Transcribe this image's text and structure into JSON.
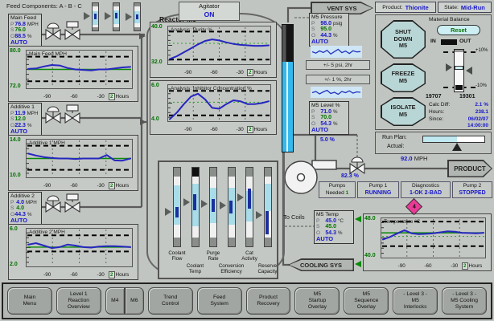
{
  "labels": {
    "feed_components": "Feed Components: A - B - C",
    "reactor": "Reactor M5",
    "agitator_title": "Agitator",
    "agitator_state": "ON",
    "vent": "VENT SYS",
    "cooling": "COOLING SYS",
    "product_arrow": "PRODUCT",
    "product_flow_value": "92.0",
    "product_flow_unit": "MPH",
    "out_valve_pct": "82.3 %",
    "recirc_pct": "5.0 %",
    "to_coils": "To Coils"
  },
  "tolerance_boxes": [
    "+/- 5 psi, 2hr",
    "+/- 1 %, 2hr"
  ],
  "info_boxes": [
    {
      "id": "main_feed",
      "title": "Main Feed",
      "rows": [
        {
          "k": "P",
          "v": "76.8",
          "u": "MPH",
          "c": "b"
        },
        {
          "k": "S",
          "v": "76.0",
          "u": "",
          "c": "g"
        },
        {
          "k": "O",
          "v": "88.5",
          "u": "%",
          "c": "b"
        }
      ],
      "mode": "AUTO"
    },
    {
      "id": "additive1",
      "title": "Additive 1",
      "rows": [
        {
          "k": "P",
          "v": "11.9",
          "u": "MPH",
          "c": "b"
        },
        {
          "k": "S",
          "v": "12.0",
          "u": "",
          "c": "g"
        },
        {
          "k": "O",
          "v": "22.3",
          "u": "%",
          "c": "b"
        }
      ],
      "mode": "AUTO"
    },
    {
      "id": "additive2",
      "title": "Additive 2",
      "rows": [
        {
          "k": "P",
          "v": "4.0",
          "u": "MPH",
          "c": "b"
        },
        {
          "k": "S",
          "v": "4.0",
          "u": "",
          "c": "g"
        },
        {
          "k": "O",
          "v": "44.3",
          "u": "%",
          "c": "b"
        }
      ],
      "mode": "AUTO"
    },
    {
      "id": "pressure",
      "title": "M5 Pressure",
      "rows": [
        {
          "k": "P",
          "v": "98.0",
          "u": "psig",
          "c": "b"
        },
        {
          "k": "S",
          "v": "95.0",
          "u": "",
          "c": "g"
        },
        {
          "k": "O",
          "v": "44.3",
          "u": "%",
          "c": "b"
        }
      ],
      "mode": "AUTO"
    },
    {
      "id": "level",
      "title": "M5 Level %",
      "rows": [
        {
          "k": "P",
          "v": "71.0",
          "u": "%",
          "c": "b"
        },
        {
          "k": "S",
          "v": "70.0",
          "u": "",
          "c": "g"
        },
        {
          "k": "O",
          "v": "54.3",
          "u": "%",
          "c": "b"
        }
      ],
      "mode": "AUTO"
    },
    {
      "id": "temp",
      "title": "M5 Temp",
      "rows": [
        {
          "k": "P",
          "v": "45.0",
          "u": "°C",
          "c": "b"
        },
        {
          "k": "S",
          "v": "45.0",
          "u": "",
          "c": "g"
        },
        {
          "k": "O",
          "v": "54.3",
          "u": "%",
          "c": "b"
        }
      ],
      "mode": "AUTO"
    }
  ],
  "right_panel": {
    "product_label": "Product:",
    "product_value": "Thionite",
    "state_label": "State:",
    "state_value": "Mid-Run",
    "buttons": [
      {
        "id": "shutdown",
        "label": "SHUT\nDOWN\nM5"
      },
      {
        "id": "freeze",
        "label": "FREEZE\nM5"
      },
      {
        "id": "isolate",
        "label": "ISOLATE\nM5"
      }
    ],
    "material_balance": {
      "title": "Material Balance",
      "reset": "Reset",
      "in": "IN",
      "out": "OUT",
      "hi_mark": "+10%",
      "lo_mark": "-10%",
      "in_total": "19707",
      "out_total": "19301",
      "calc_diff_label": "Calc Diff:",
      "calc_diff": "2.1 %",
      "hours_label": "Hours:",
      "hours": "238.1",
      "since_label": "Since:",
      "since_date": "06/02/07",
      "since_time": "14:00:00"
    },
    "run_plan": {
      "label": "Run Plan:",
      "actual": "Actual:",
      "progress_pct": 55
    }
  },
  "pumps": {
    "cells": [
      {
        "line1": "Pumps",
        "line2": "Needed",
        "num": "1"
      },
      {
        "line1": "Pump 1",
        "value": "RUNNING"
      },
      {
        "line1": "Diagnostics",
        "value": "1-OK 2-BAD"
      },
      {
        "line1": "Pump 2",
        "value": "STOPPED"
      }
    ],
    "alarm_count": "4"
  },
  "gauges": {
    "feed": [
      {
        "fill": [
          0.28,
          0.78
        ],
        "ind": [
          0.38,
          0.58
        ],
        "ptr": 0.48
      },
      {
        "fill": [
          0.26,
          0.76
        ],
        "ind": [
          0.36,
          0.56
        ],
        "ptr": 0.46
      },
      {
        "fill": [
          0.28,
          0.75
        ],
        "ind": [
          0.4,
          0.6
        ],
        "ptr": 0.5
      }
    ],
    "process": [
      {
        "label": "Coolant\nFlow",
        "fill": [
          0.22,
          0.72
        ],
        "ind": [
          0.5,
          0.63
        ],
        "ptr": 0.56
      },
      {
        "label": "Coolant\nTemp",
        "fill": [
          0.2,
          0.75
        ],
        "ind": [
          0.34,
          0.54
        ],
        "ptr": 0.44,
        "cap": "#111"
      },
      {
        "label": "Purge\nRate",
        "fill": [
          0.26,
          0.7
        ],
        "ind": [
          0.4,
          0.56
        ],
        "ptr": 0.46
      },
      {
        "label": "Conversion\nEfficiency",
        "fill": [
          0.25,
          0.72
        ],
        "ind": [
          0.42,
          0.58
        ],
        "ptr": 0.48
      },
      {
        "label": "Cat\nActivity",
        "fill": [
          0.3,
          0.68
        ],
        "ind": [
          0.27,
          0.52
        ],
        "ptr": 0.38
      },
      {
        "label": "Reserve\nCapacity",
        "fill": [
          0.2,
          0.55
        ],
        "ind": [
          0.55,
          0.85
        ],
        "ptr": 0.6
      }
    ]
  },
  "reactor_level_frac": 0.71,
  "nav": [
    {
      "label": "Main\nMenu"
    },
    {
      "label": "Level 1\nReaction\nOverview"
    },
    {
      "label": "M4"
    },
    {
      "label": "M6",
      "joined": true
    },
    {
      "label": "Trend\nControl"
    },
    {
      "label": "Feed\nSystem"
    },
    {
      "label": "Product\nRecovery"
    },
    {
      "label": "M5\nStartup\nOverlay"
    },
    {
      "label": "M5\nSequence\nOverlay"
    },
    {
      "label": "- Level 3 -\nM5\nInterlocks"
    },
    {
      "label": "- Level 3 -\nM5 Cooling\nSystem"
    }
  ],
  "chart_data": [
    {
      "id": "main_feed",
      "type": "line",
      "title": "Main Feed MPH",
      "ylim": [
        72,
        80
      ],
      "ylabels": [
        "80.0",
        "72.0"
      ],
      "xticks": [
        "-90",
        "-60",
        "-30"
      ],
      "xwin": "2",
      "xunit": "Hours",
      "hi": 78.6,
      "lo": 73.6,
      "sp": 76.0,
      "pv": [
        76.1,
        76.2,
        76.6,
        76.9,
        76.8,
        76.3,
        76.0,
        75.9,
        75.8,
        76.0,
        76.0,
        76.2,
        76.4,
        76.5
      ]
    },
    {
      "id": "additive1",
      "type": "line",
      "title": "Additive 1 MPH",
      "ylim": [
        10,
        14
      ],
      "ylabels": [
        "14.0",
        "10.0"
      ],
      "xticks": [
        "-90",
        "-60",
        "-30"
      ],
      "xwin": "2",
      "xunit": "Hours",
      "hi": 13.3,
      "lo": 10.85,
      "sp": 12.0,
      "pv": [
        12.5,
        12.3,
        12.15,
        12.05,
        12.0,
        12.0,
        11.95,
        12.0,
        12.0,
        12.0,
        12.35,
        11.8,
        11.78,
        12.0
      ]
    },
    {
      "id": "additive2",
      "type": "line",
      "title": "Additive 2 MPH",
      "ylim": [
        2,
        6
      ],
      "ylabels": [
        "6.0",
        "2.0"
      ],
      "xticks": [
        "-90",
        "-60",
        "-30"
      ],
      "xwin": "2",
      "xunit": "Hours",
      "hi": 5.25,
      "lo": 3.6,
      "sp": 4.05,
      "pv": [
        4.3,
        4.45,
        4.2,
        3.95,
        4.05,
        4.3,
        4.2,
        4.05,
        4.0,
        4.1,
        4.15,
        4.15,
        4.1,
        4.05
      ]
    },
    {
      "id": "purity",
      "type": "line",
      "title": "Analysis: Purity %",
      "ylim": [
        32,
        40
      ],
      "ylabels": [
        "40.0",
        "32.0"
      ],
      "xticks": [
        "-90",
        "-60",
        "-30"
      ],
      "xwin": "2",
      "xunit": "Hours",
      "hi": 38.8,
      "lo": 33.1,
      "sp2": 36.4,
      "pv": [
        33.2,
        33.8,
        34.6,
        35.4,
        36.2,
        36.9,
        37.2,
        37.0,
        36.6,
        36.3,
        36.1,
        36.0,
        35.9,
        35.9,
        36.0
      ]
    },
    {
      "id": "inhibitor",
      "type": "line",
      "title": "Analysis: Inhibitor Concentration %",
      "ylim": [
        4,
        6
      ],
      "ylabels": [
        "6.0",
        "4.0"
      ],
      "xticks": [
        "-90",
        "-60",
        "-30"
      ],
      "xwin": "2",
      "xunit": "Hours",
      "hi": 5.65,
      "lo": 4.35,
      "sp2": 5.05,
      "pv": [
        4.15,
        4.5,
        4.95,
        5.35,
        5.5,
        5.2,
        4.75,
        4.7,
        4.95,
        5.15,
        5.1,
        4.95,
        4.95,
        5.0,
        5.1
      ]
    },
    {
      "id": "temperature",
      "type": "line",
      "title": "Temperature °C",
      "ylim": [
        40,
        48
      ],
      "ylabels": [
        "48.0",
        "40.0"
      ],
      "xticks": [
        "-90",
        "-60",
        "-30"
      ],
      "xwin": "2",
      "xunit": "Hours",
      "hi": 47.2,
      "lo": 42.4,
      "sp": 45.0,
      "sp2": 44.3,
      "pv": [
        43.7,
        44.2,
        44.9,
        45.5,
        44.9,
        44.75,
        44.8,
        44.9,
        45.1,
        45.3,
        45.2,
        45.0,
        44.95,
        44.9,
        45.0
      ]
    },
    {
      "id": "spark_pressure",
      "type": "sparkline",
      "pv": [
        0.5,
        0.35,
        0.6,
        0.42,
        0.66,
        0.25,
        0.52,
        0.78,
        0.4,
        0.58,
        0.3,
        0.62,
        0.48,
        0.52
      ]
    },
    {
      "id": "spark_level",
      "type": "sparkline",
      "pv": [
        0.45,
        0.6,
        0.3,
        0.55,
        0.75,
        0.35,
        0.5,
        0.25,
        0.6,
        0.45,
        0.68,
        0.4,
        0.55,
        0.5
      ]
    }
  ]
}
